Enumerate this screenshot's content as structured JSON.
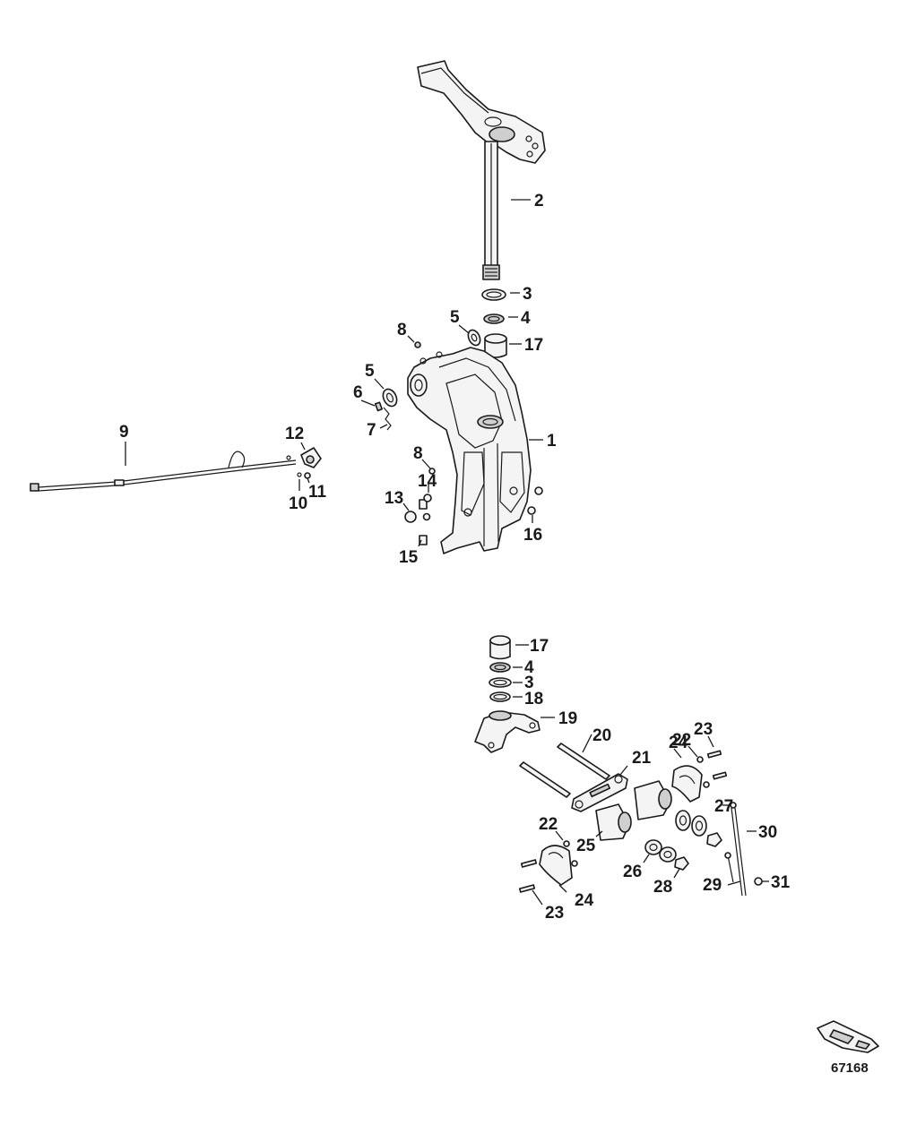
{
  "figure_number": "67168",
  "callouts": [
    {
      "id": "c1",
      "label": "1"
    },
    {
      "id": "c2",
      "label": "2"
    },
    {
      "id": "c3a",
      "label": "3"
    },
    {
      "id": "c4a",
      "label": "4"
    },
    {
      "id": "c5a",
      "label": "5"
    },
    {
      "id": "c17a",
      "label": "17"
    },
    {
      "id": "c8a",
      "label": "8"
    },
    {
      "id": "c5b",
      "label": "5"
    },
    {
      "id": "c6",
      "label": "6"
    },
    {
      "id": "c7",
      "label": "7"
    },
    {
      "id": "c9",
      "label": "9"
    },
    {
      "id": "c12",
      "label": "12"
    },
    {
      "id": "c10",
      "label": "10"
    },
    {
      "id": "c11",
      "label": "11"
    },
    {
      "id": "c8b",
      "label": "8"
    },
    {
      "id": "c14",
      "label": "14"
    },
    {
      "id": "c13",
      "label": "13"
    },
    {
      "id": "c15",
      "label": "15"
    },
    {
      "id": "c16",
      "label": "16"
    },
    {
      "id": "c17b",
      "label": "17"
    },
    {
      "id": "c4b",
      "label": "4"
    },
    {
      "id": "c3b",
      "label": "3"
    },
    {
      "id": "c18",
      "label": "18"
    },
    {
      "id": "c19",
      "label": "19"
    },
    {
      "id": "c20",
      "label": "20"
    },
    {
      "id": "c21",
      "label": "21"
    },
    {
      "id": "c24a",
      "label": "24"
    },
    {
      "id": "c22a",
      "label": "22"
    },
    {
      "id": "c23a",
      "label": "23"
    },
    {
      "id": "c27",
      "label": "27"
    },
    {
      "id": "c30",
      "label": "30"
    },
    {
      "id": "c22b",
      "label": "22"
    },
    {
      "id": "c25",
      "label": "25"
    },
    {
      "id": "c26",
      "label": "26"
    },
    {
      "id": "c28",
      "label": "28"
    },
    {
      "id": "c29",
      "label": "29"
    },
    {
      "id": "c31",
      "label": "31"
    },
    {
      "id": "c24b",
      "label": "24"
    },
    {
      "id": "c23b",
      "label": "23"
    }
  ]
}
